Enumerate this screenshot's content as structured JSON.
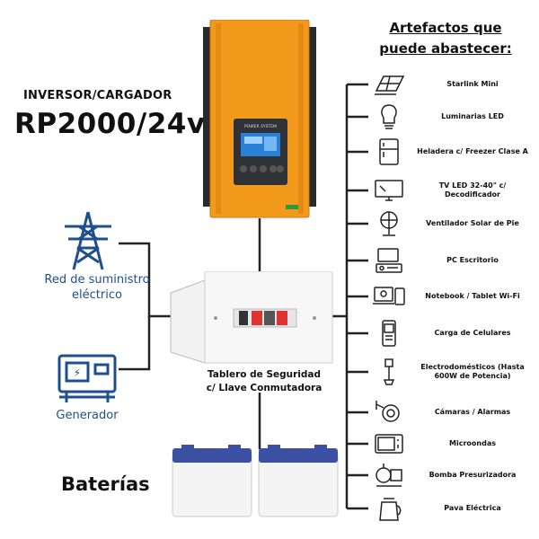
{
  "inverter": {
    "label_small": "INVERSOR/CARGADOR",
    "model": "RP2000/24v",
    "brand": "POWER SYSTEM"
  },
  "sources": {
    "grid_label": "Red de suministro eléctrico",
    "generator_label": "Generador"
  },
  "board": {
    "label_line1": "Tablero de Seguridad",
    "label_line2": "c/ Llave Conmutadora"
  },
  "batteries": {
    "label": "Baterías"
  },
  "appliances": {
    "title_line1": "Artefactos que",
    "title_line2": "puede abastecer:",
    "items": [
      {
        "icon": "solar-panel-icon",
        "label": "Starlink Mini"
      },
      {
        "icon": "light-bulb-icon",
        "label": "Luminarias LED"
      },
      {
        "icon": "fridge-icon",
        "label": "Heladera c/ Freezer Clase A"
      },
      {
        "icon": "tv-icon",
        "label": "TV LED 32-40\" c/ Decodificador"
      },
      {
        "icon": "fan-icon",
        "label": "Ventilador Solar de Pie"
      },
      {
        "icon": "desktop-pc-icon",
        "label": "PC Escritorio"
      },
      {
        "icon": "laptop-tablet-icon",
        "label": "Notebook / Tablet Wi-Fi"
      },
      {
        "icon": "phone-charger-icon",
        "label": "Carga de Celulares"
      },
      {
        "icon": "blender-icon",
        "label": "Electrodomésticos (Hasta 600W de Potencia)"
      },
      {
        "icon": "cctv-camera-icon",
        "label": "Cámaras / Alarmas"
      },
      {
        "icon": "microwave-icon",
        "label": "Microondas"
      },
      {
        "icon": "water-pump-icon",
        "label": "Bomba Presurizadora"
      },
      {
        "icon": "kettle-icon",
        "label": "Pava Eléctrica"
      }
    ]
  },
  "colors": {
    "inverter_orange": "#f39a1c",
    "inverter_dark": "#2a2a2a",
    "blue_icon": "#1f4f8c",
    "battery_cap": "#3b4fa3",
    "line": "#222222"
  }
}
